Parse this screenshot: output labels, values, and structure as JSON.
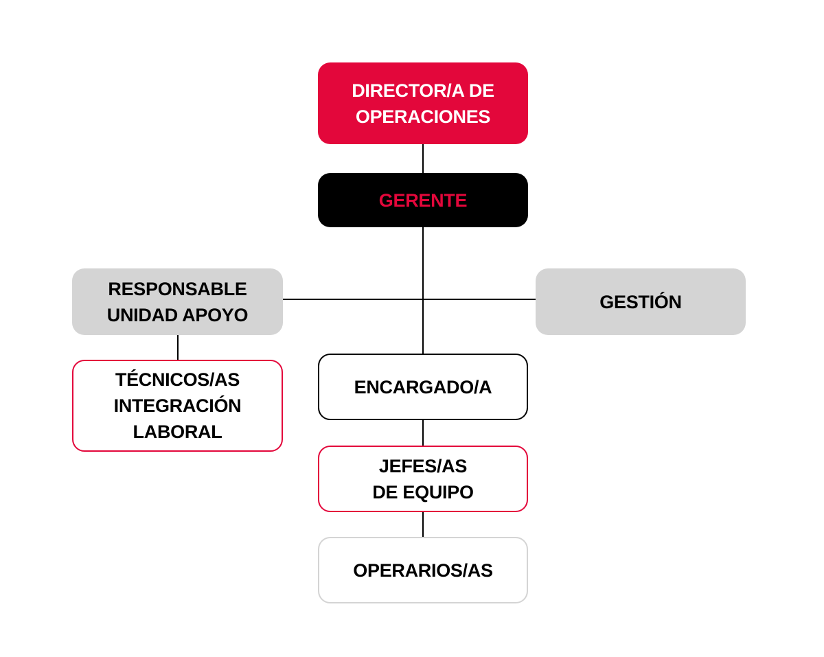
{
  "colors": {
    "accent": "#e3073b",
    "dark": "#000000",
    "light_gray": "#d4d4d4",
    "background": "#ffffff"
  },
  "nodes": {
    "director": {
      "label": "DIRECTOR/A DE\nOPERACIONES"
    },
    "gerente": {
      "label": "GERENTE"
    },
    "responsable": {
      "label": "RESPONSABLE\nUNIDAD APOYO"
    },
    "gestion": {
      "label": "GESTIÓN"
    },
    "tecnicos": {
      "label": "TÉCNICOS/AS\nINTEGRACIÓN\nLABORAL"
    },
    "encargado": {
      "label": "ENCARGADO/A"
    },
    "jefes": {
      "label": "JEFES/AS\nDE EQUIPO"
    },
    "operarios": {
      "label": "OPERARIOS/AS"
    }
  },
  "edges": [
    {
      "from": "director",
      "to": "gerente"
    },
    {
      "from": "gerente",
      "to": "encargado"
    },
    {
      "from": "gerente",
      "to": "responsable"
    },
    {
      "from": "gerente",
      "to": "gestion"
    },
    {
      "from": "responsable",
      "to": "tecnicos"
    },
    {
      "from": "encargado",
      "to": "jefes"
    },
    {
      "from": "jefes",
      "to": "operarios"
    }
  ]
}
